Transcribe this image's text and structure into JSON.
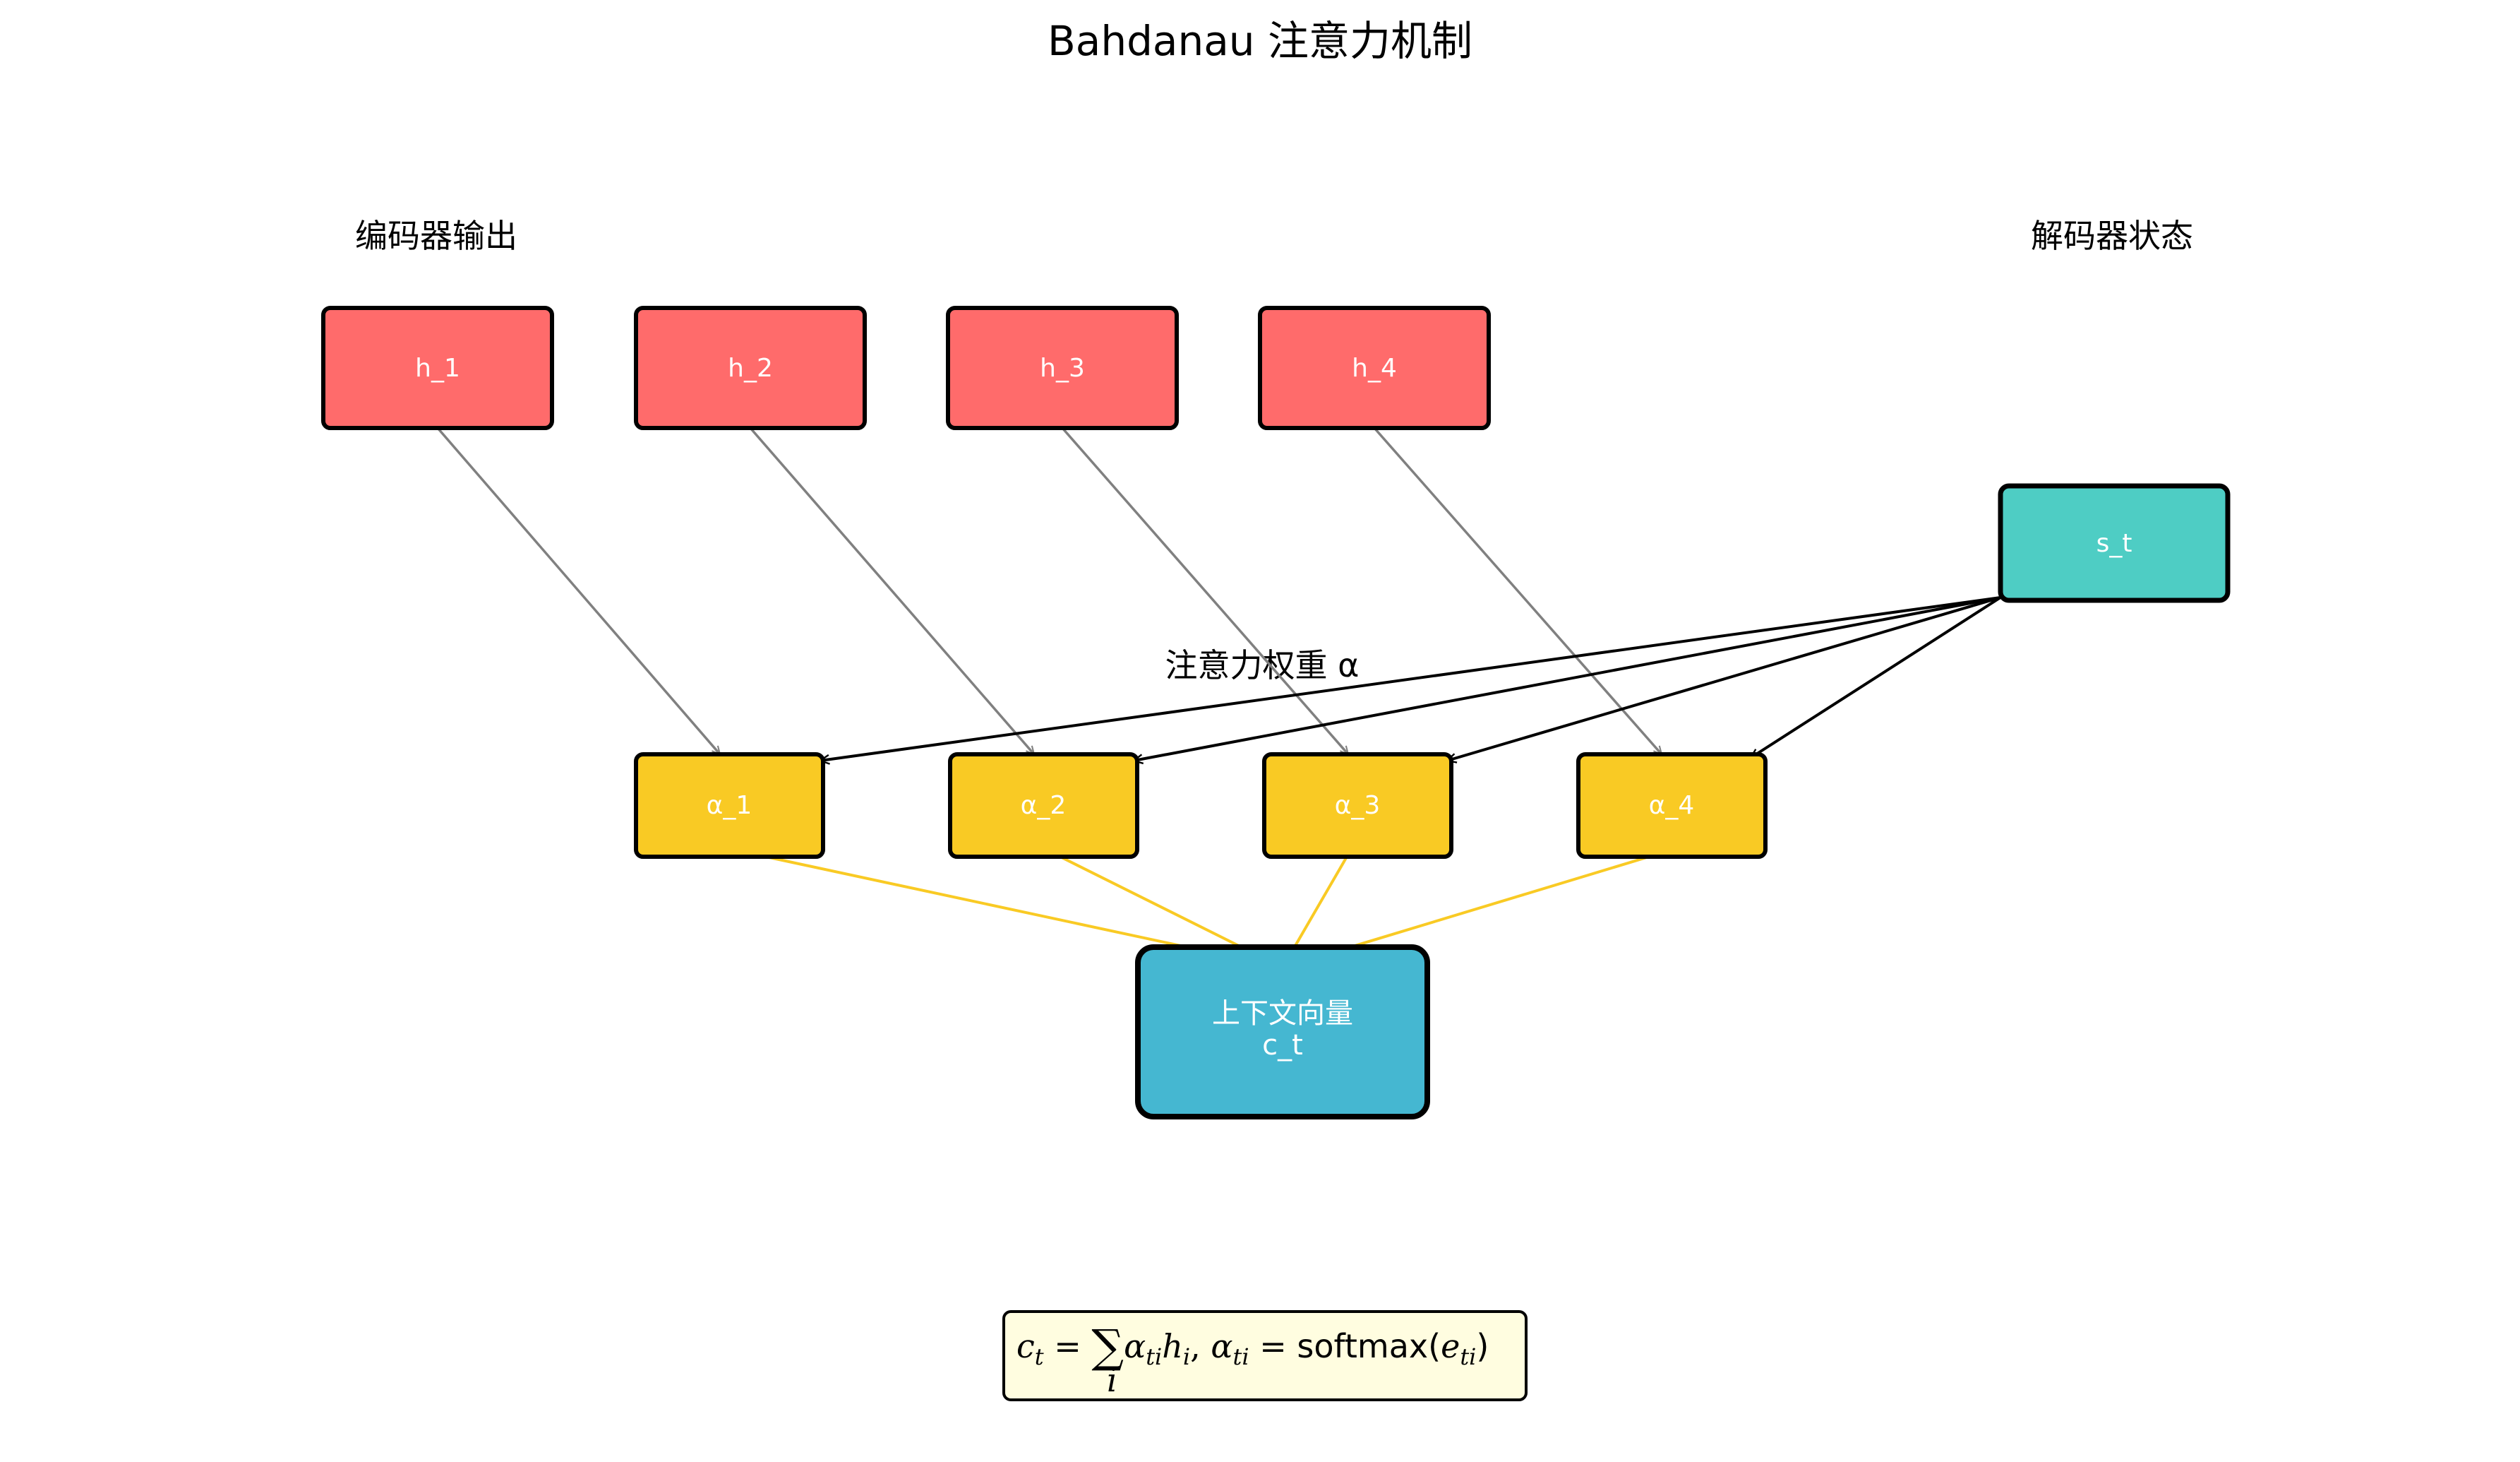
{
  "title": "Bahdanau  注意力机制",
  "labels": {
    "encoder": "编码器输出",
    "decoder": "解码器状态",
    "attention": "注意力权重  α"
  },
  "encoder_states": [
    "h_1",
    "h_2",
    "h_3",
    "h_4"
  ],
  "decoder_state": "s_t",
  "attention_weights": [
    "α_1",
    "α_2",
    "α_3",
    "α_4"
  ],
  "context": {
    "line1": "上下文向量",
    "line2": "c_t"
  },
  "formula": {
    "text": "c_t = Σ_i α_ti h_i,    α_ti = softmax(e_ti)"
  },
  "colors": {
    "encoder": "#FF6B6B",
    "decoder": "#4ECDC4",
    "attention": "#F9CA24",
    "context": "#45B7D1",
    "formula_bg": "#FFFDE0",
    "encoder_arrow": "#808080",
    "decoder_arrow": "#000000",
    "context_arrow": "#F9CA24"
  },
  "edges": [
    {
      "from": "h_1",
      "to": "α_1",
      "type": "encoder_arrow"
    },
    {
      "from": "h_2",
      "to": "α_2",
      "type": "encoder_arrow"
    },
    {
      "from": "h_3",
      "to": "α_3",
      "type": "encoder_arrow"
    },
    {
      "from": "h_4",
      "to": "α_4",
      "type": "encoder_arrow"
    },
    {
      "from": "s_t",
      "to": "α_1",
      "type": "decoder_arrow"
    },
    {
      "from": "s_t",
      "to": "α_2",
      "type": "decoder_arrow"
    },
    {
      "from": "s_t",
      "to": "α_3",
      "type": "decoder_arrow"
    },
    {
      "from": "s_t",
      "to": "α_4",
      "type": "decoder_arrow"
    },
    {
      "from": "α_1",
      "to": "c_t",
      "type": "context_arrow"
    },
    {
      "from": "α_2",
      "to": "c_t",
      "type": "context_arrow"
    },
    {
      "from": "α_3",
      "to": "c_t",
      "type": "context_arrow"
    },
    {
      "from": "α_4",
      "to": "c_t",
      "type": "context_arrow"
    }
  ]
}
